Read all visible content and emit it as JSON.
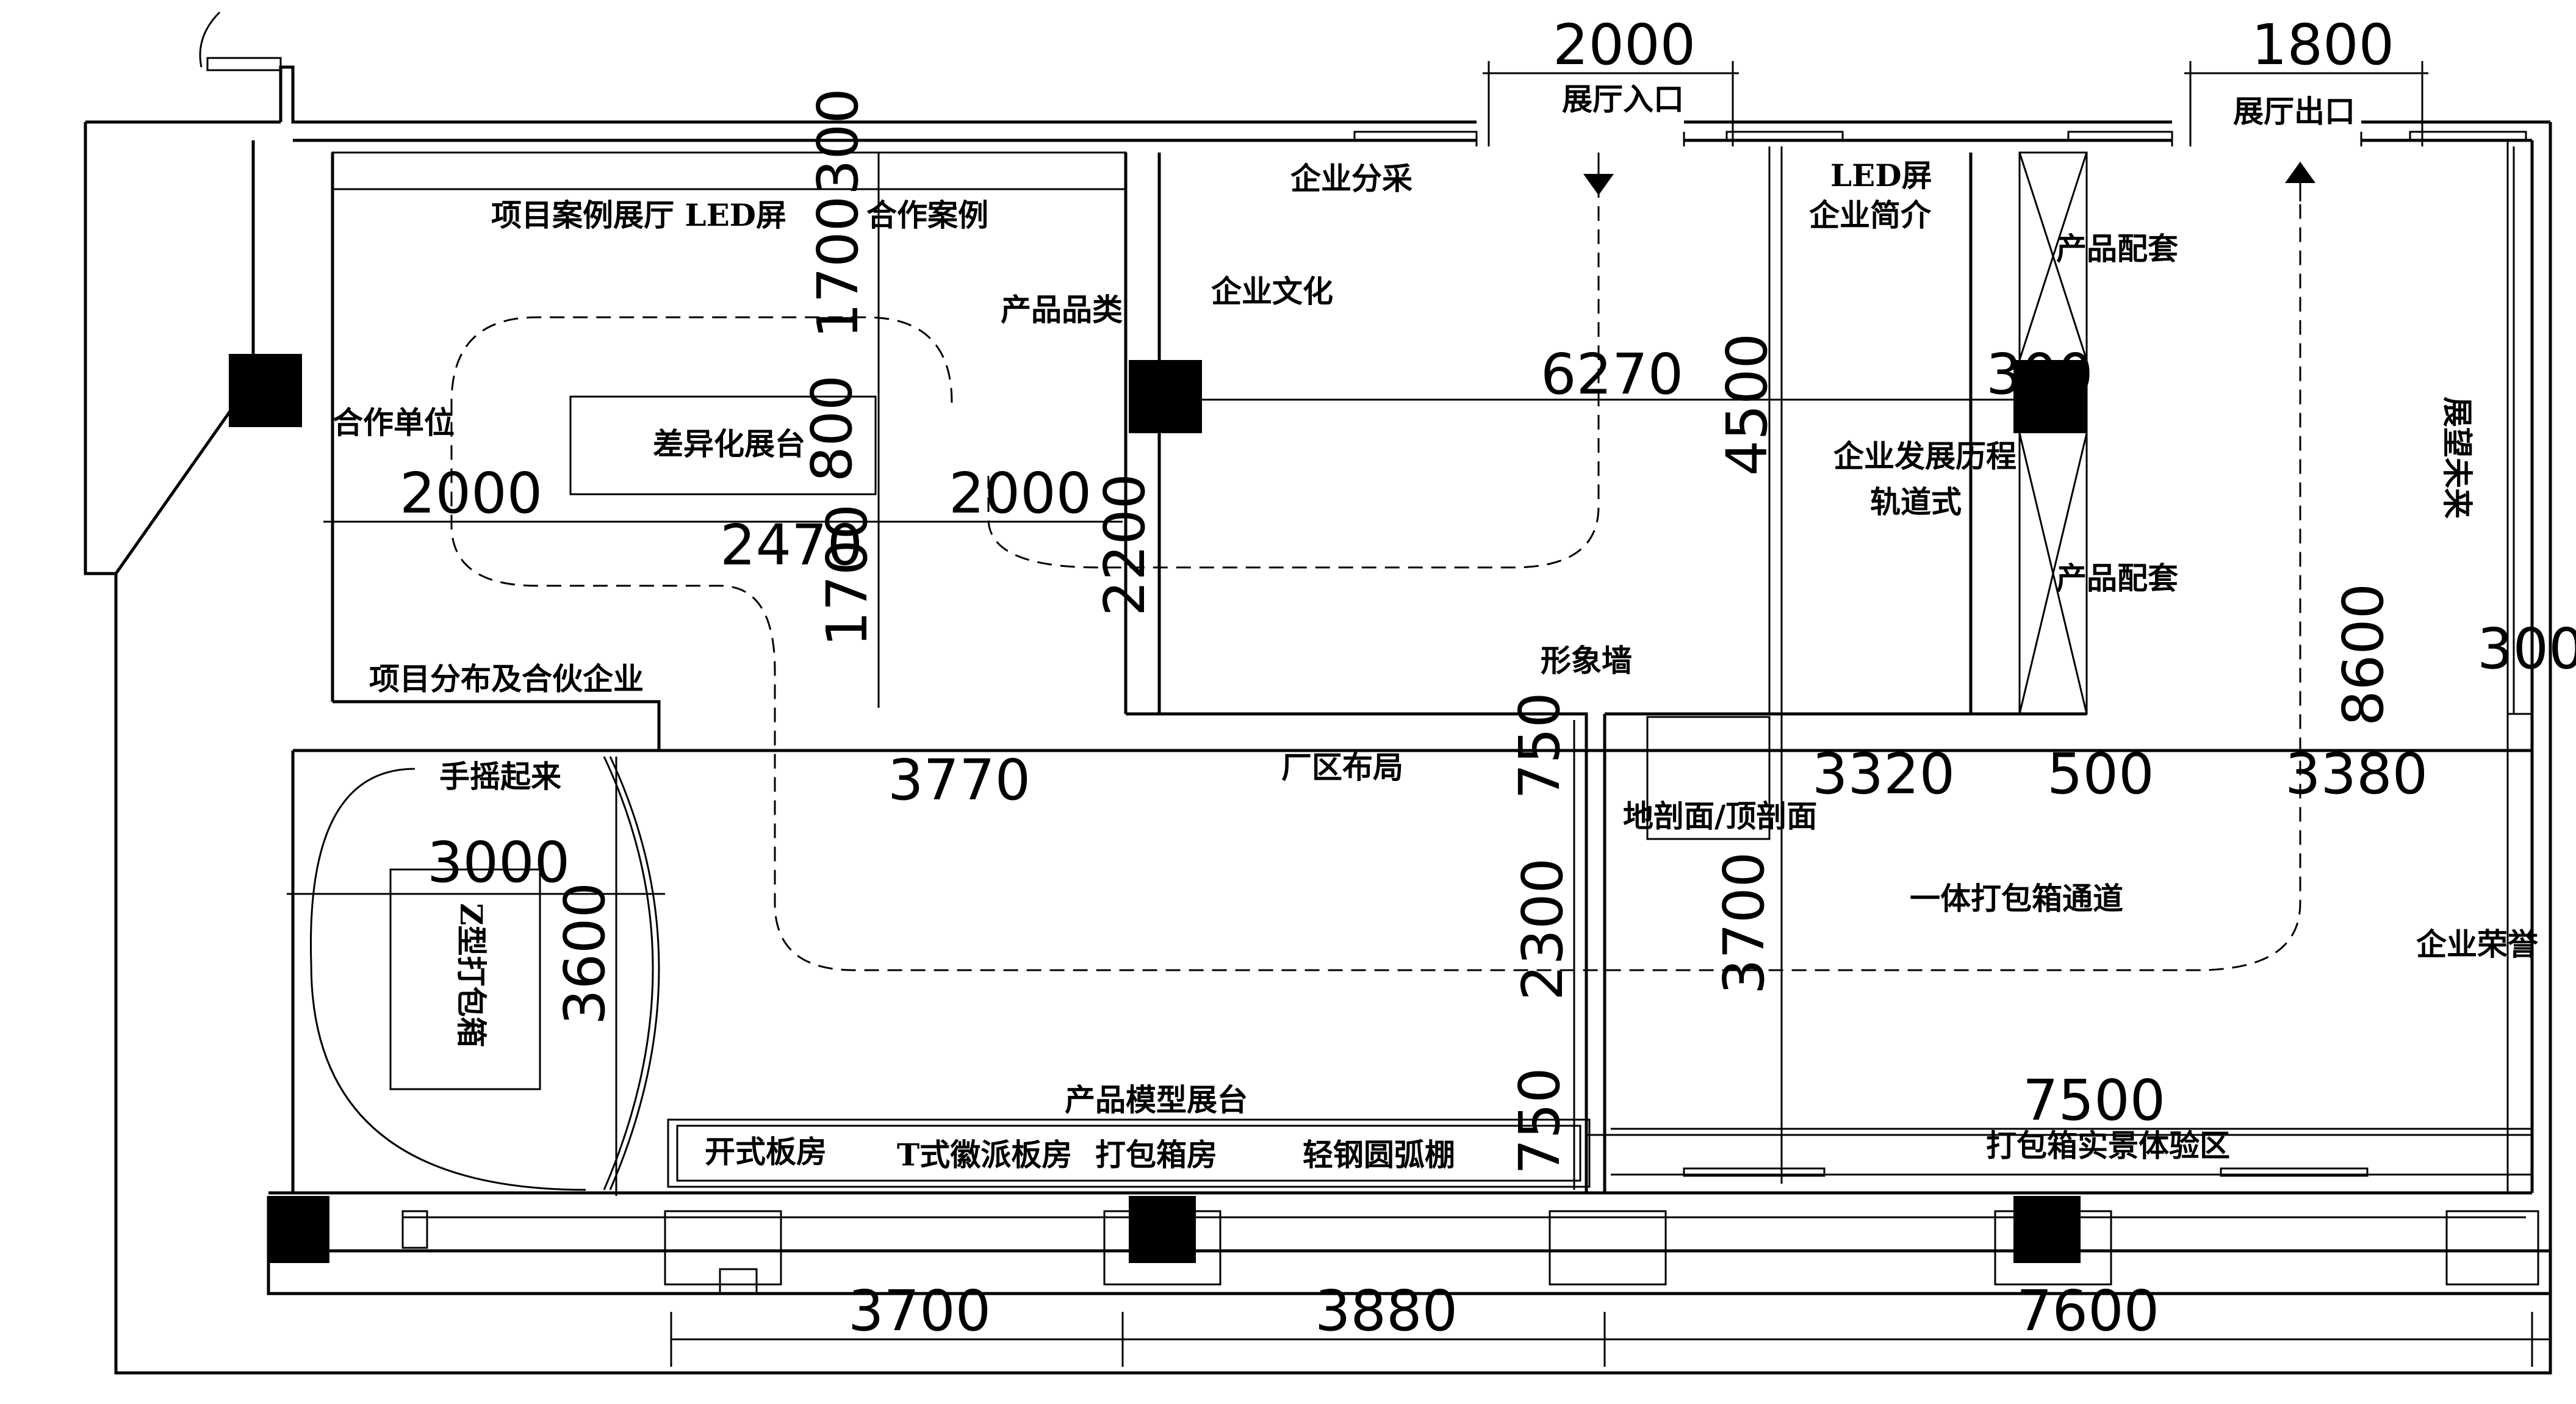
{
  "labels": {
    "entrance": "展厅入口",
    "exit": "展厅出口",
    "project_led": "项目案例展厅 LED屏",
    "coop_case": "合作案例",
    "enterprise_style": "企业分采",
    "led_screen": "LED屏",
    "company_intro": "企业简介",
    "product_set_top": "产品配套",
    "product_category": "产品品类",
    "company_culture": "企业文化",
    "partners": "合作单位",
    "diff_booth": "差异化展台",
    "history": "企业发展历程",
    "rail": "轨道式",
    "product_set_bottom": "产品配套",
    "future": "展望未来",
    "project_dist": "项目分布及合伙企业",
    "image_wall": "形象墙",
    "hand_crank": "手摇起来",
    "plant_layout": "厂区布局",
    "section": "地剖面/顶剖面",
    "z_box": "Z型打包箱",
    "channel": "一体打包箱通道",
    "honor": "企业荣誉",
    "model_booth": "产品模型展台",
    "open_board": "开式板房",
    "t_board": "T式徽派板房",
    "box_room": "打包箱房",
    "steel_arc": "轻钢圆弧棚",
    "experience": "打包箱实景体验区"
  },
  "dims": {
    "d2000_entrance": "2000",
    "d1800_exit": "1800",
    "d300_top": "300",
    "d1700_a": "1700",
    "d800": "800",
    "d6270": "6270",
    "d300_b": "300",
    "d4500": "4500",
    "d2000_l": "2000",
    "d2000_r": "2000",
    "d2470": "2470",
    "d2200": "2200",
    "d1700_b": "1700",
    "d8600": "8600",
    "d300_c": "300",
    "d3770": "3770",
    "d750_a": "750",
    "d3320": "3320",
    "d500": "500",
    "d3380": "3380",
    "d3000": "3000",
    "d3600": "3600",
    "d2300": "2300",
    "d3700_mid": "3700",
    "d7500": "7500",
    "d750_b": "750",
    "d3700_bot": "3700",
    "d3880": "3880",
    "d7600": "7600"
  }
}
